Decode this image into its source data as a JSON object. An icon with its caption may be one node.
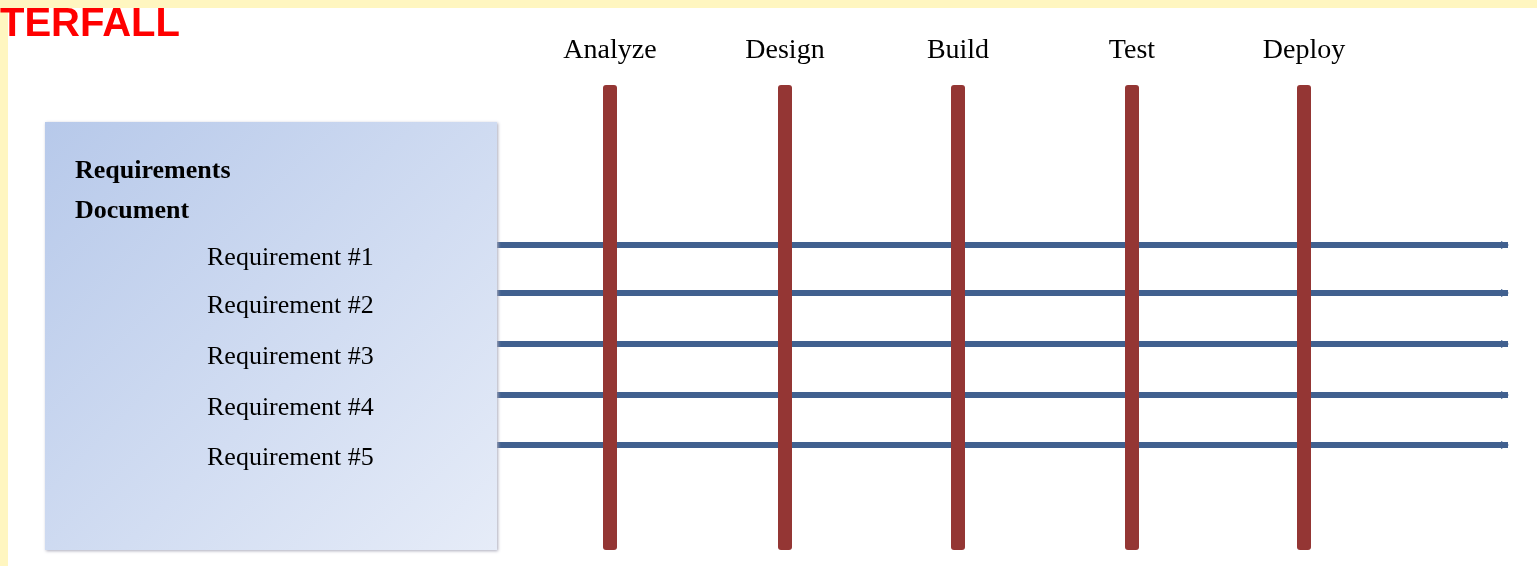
{
  "diagram": {
    "title": "TERFALL",
    "nodes": [
      {
        "text": [
          "Requirements Document"
        ]
      },
      {
        "text": [
          "Requirement #1"
        ],
        "in": 0
      },
      {
        "text": [
          "Requirement #2"
        ],
        "in": 0
      },
      {
        "text": [
          "Requirement #3"
        ],
        "in": 0
      },
      {
        "text": [
          "Requirement #4"
        ],
        "in": 0
      },
      {
        "text": [
          "Requirement #5"
        ],
        "in": 0
      },
      {
        "text": [
          "Analyze"
        ]
      },
      {
        "text": [
          "Design"
        ]
      },
      {
        "text": [
          "Build"
        ]
      },
      {
        "text": [
          "Test"
        ]
      },
      {
        "text": [
          "Deploy"
        ]
      }
    ],
    "edges": [
      {
        "from": 1,
        "to": null,
        "arrow": "to"
      },
      {
        "from": 2,
        "to": null,
        "arrow": "to"
      },
      {
        "from": 3,
        "to": null,
        "arrow": "to"
      },
      {
        "from": 4,
        "to": null,
        "arrow": "to"
      },
      {
        "from": 5,
        "to": null,
        "arrow": "to"
      }
    ]
  }
}
